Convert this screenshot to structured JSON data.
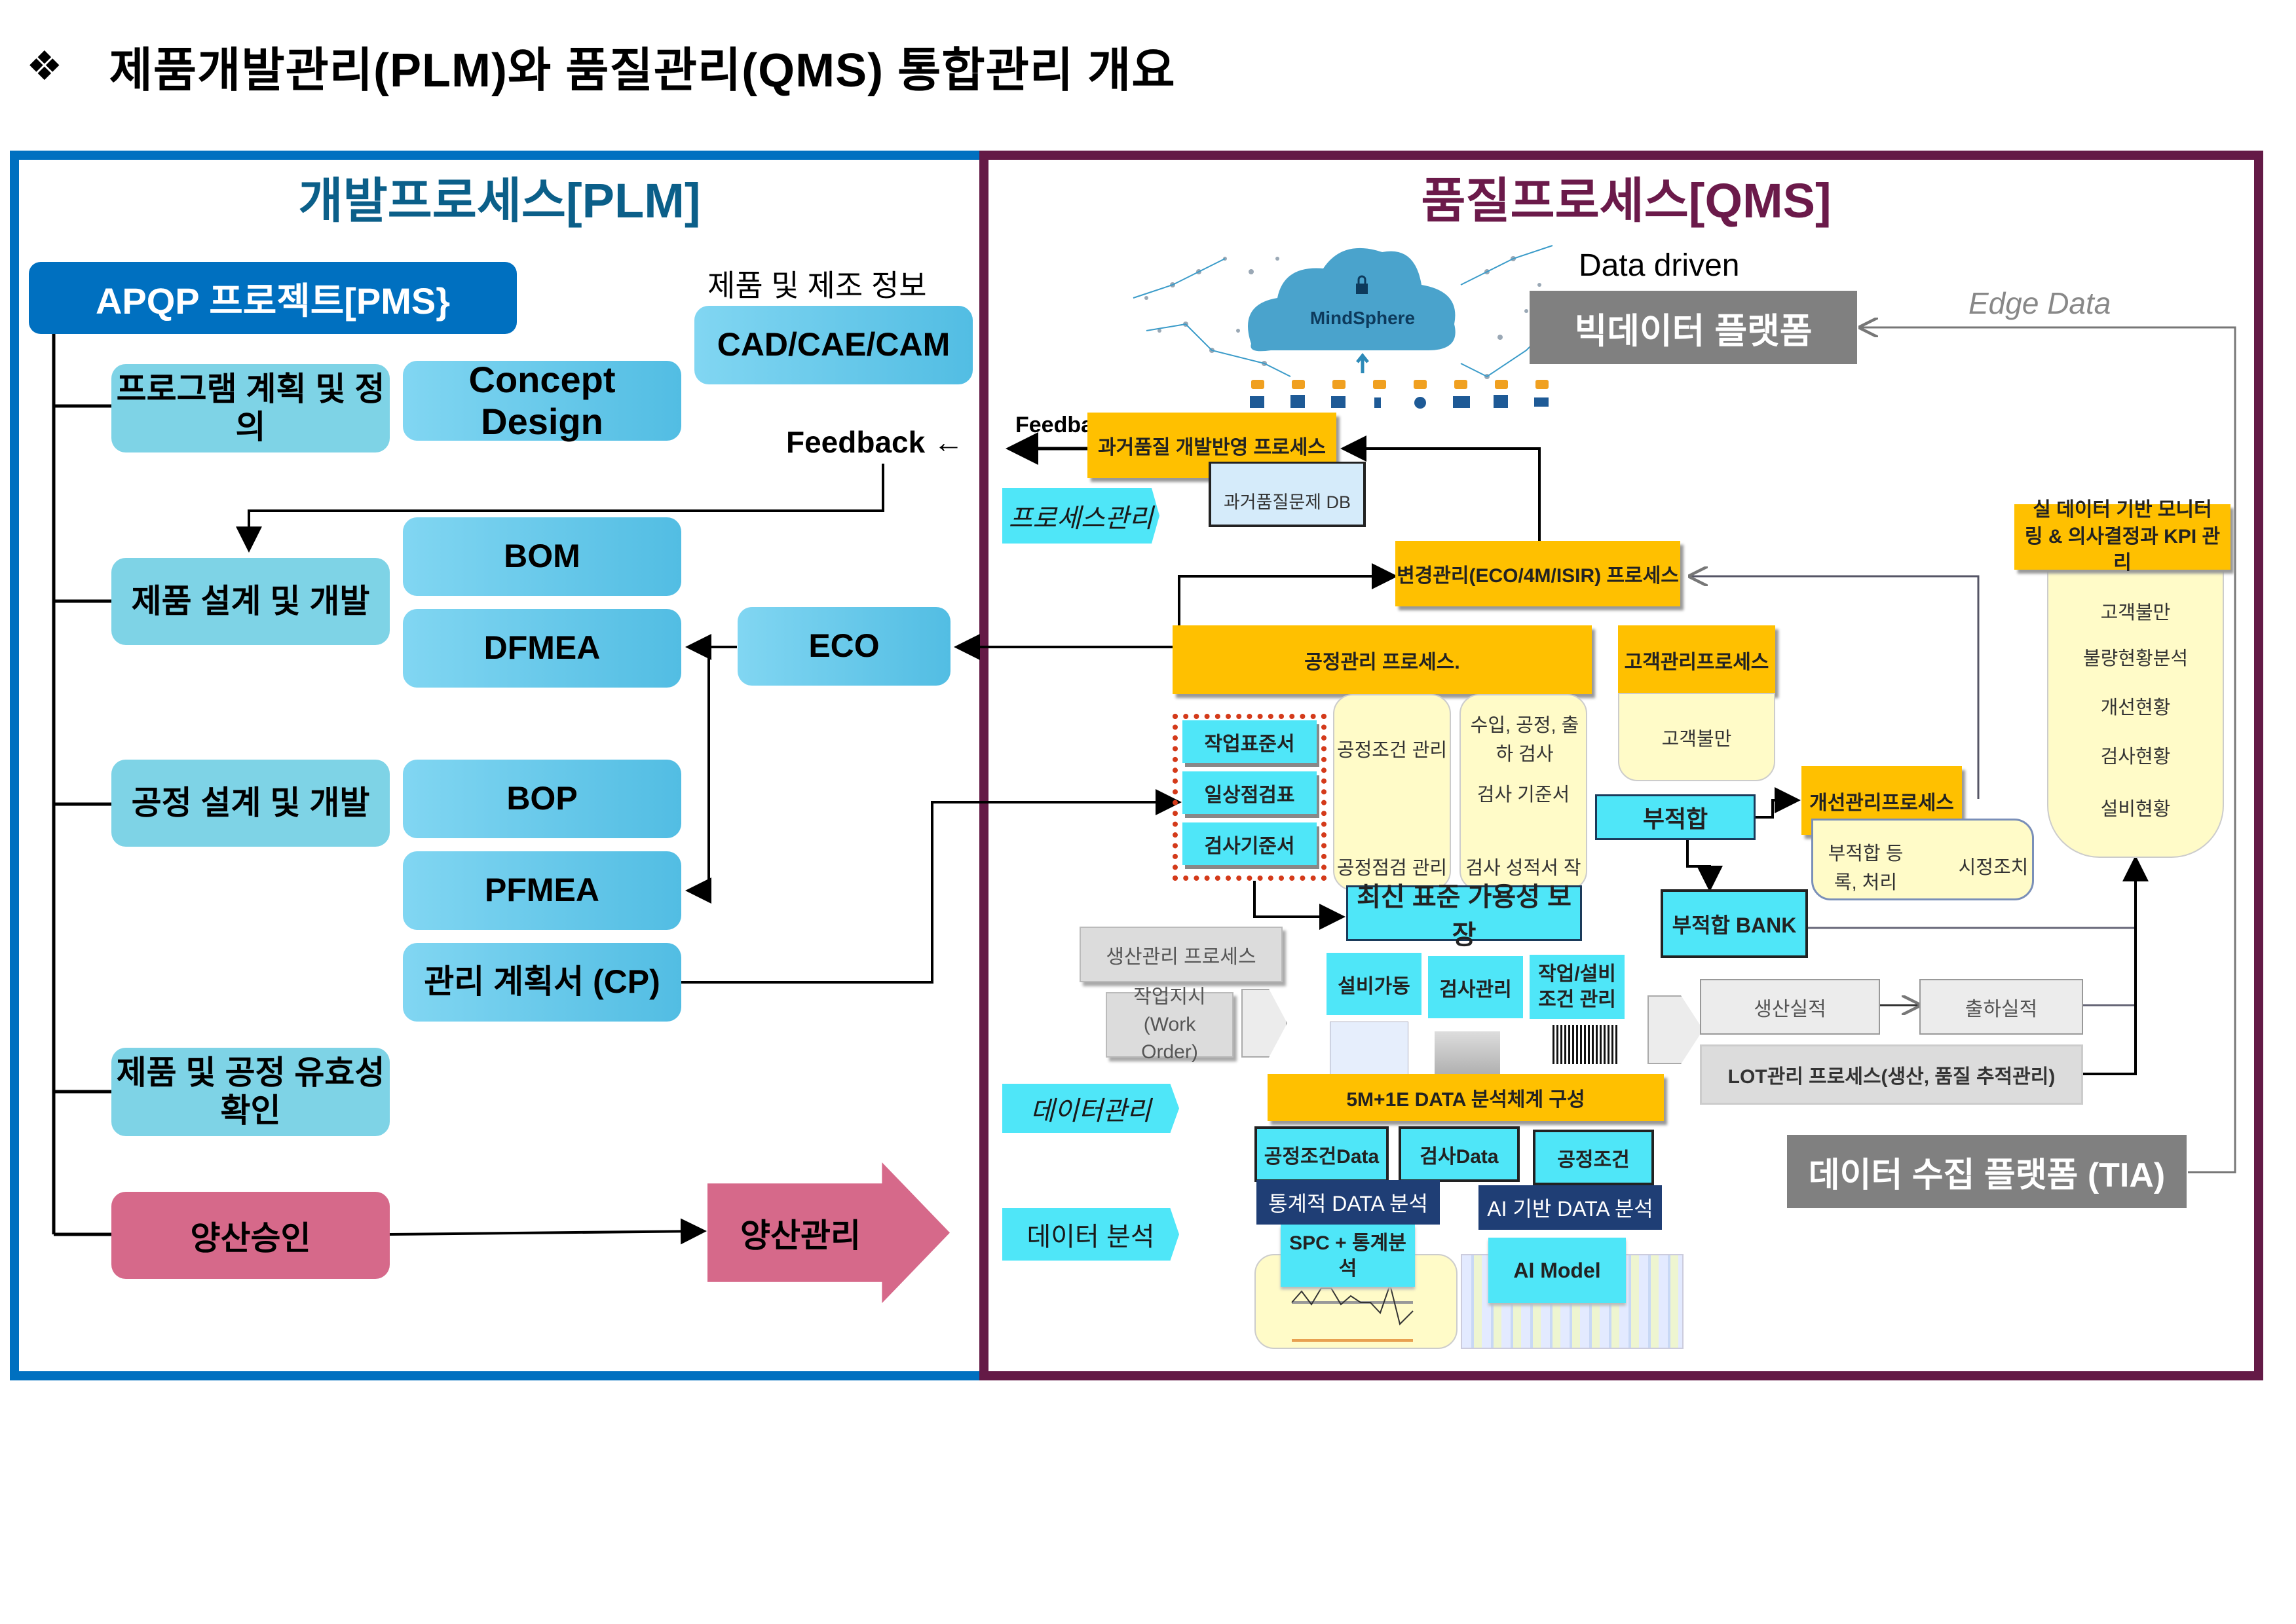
{
  "title": {
    "bullet_icon": "❖",
    "text": "제품개발관리(PLM)와 품질관리(QMS) 통합관리 개요"
  },
  "plm": {
    "title": "개발프로세스[PLM]",
    "apqp": "APQP 프로젝트[PMS}",
    "caption_info": "제품 및 제조 정보",
    "cad": "CAD/CAE/CAM",
    "feedback": "Feedback",
    "feedback_icon": "←",
    "stages": [
      {
        "label": "프로그램 계획 및 정의"
      },
      {
        "label": "제품 설계 및 개발"
      },
      {
        "label": "공정 설계 및 개발"
      },
      {
        "label": "제품 및 공정 유효성 확인"
      },
      {
        "label": "양산승인"
      }
    ],
    "concept_design": "Concept Design",
    "bom": "BOM",
    "dfmea": "DFMEA",
    "eco": "ECO",
    "bop": "BOP",
    "pfmea": "PFMEA",
    "cp": "관리 계획서 (CP)",
    "mass_production": "양산관리",
    "colors": {
      "border": "#0070c0",
      "title": "#0b5f89",
      "apqp": "#0070c0",
      "stage": "#7ed3e6",
      "item": "#52bde3",
      "approval": "#d6698a"
    }
  },
  "qms": {
    "title": "품질프로세스[QMS]",
    "mindsphere": "MindSphere",
    "data_driven": "Data driven",
    "bigdata": "빅데이터 플랫폼",
    "edge_data": "Edge Data",
    "feedback": "Feedback",
    "past_quality": "과거품질 개발반영 프로세스",
    "past_db": "과거품질문제 DB",
    "process_mgmt_tag": "프로세스관리",
    "change_mgmt": "변경관리(ECO/4M/ISIR) 프로세스",
    "process_mgmt": "공정관리 프로세스.",
    "customer_mgmt": "고객관리프로세스",
    "customer_complaint": "고객불만",
    "standards": [
      "작업표준서",
      "일상점검표",
      "검사기준서"
    ],
    "process_condition": {
      "top": "공정조건 관리",
      "bottom": "공정점검 관리"
    },
    "inspection": {
      "top": "수입, 공정, 출하 검사",
      "middle": "검사 기준서",
      "bottom": "검사 성적서 작성"
    },
    "latest_standard": "최신 표준 가용성 보장",
    "nonconformity": "부적합",
    "nonconformity_bank": "부적합 BANK",
    "improvement": "개선관리프로세스",
    "improvement_detail": {
      "left": "부적합 등록, 처리",
      "right": "시정조치"
    },
    "monitoring": {
      "title": "실 데이터 기반 모니터링 & 의사결정과 KPI 관리",
      "items": [
        "고객불만",
        "불량현황분석",
        "개선현황",
        "검사현황",
        "설비현황"
      ]
    },
    "production_mgmt": "생산관리 프로세스",
    "work_order": "작업지시 (Work Order)",
    "equipment_ops": "설비가동",
    "inspection_mgmt": "검사관리",
    "work_equipment": "작업/설비 조건 관리",
    "production_result": "생산실적",
    "shipping_result": "출하실적",
    "lot_mgmt": "LOT관리 프로세스(생산, 품질 추적관리)",
    "data_mgmt_tag": "데이터관리",
    "five_m": "5M+1E DATA 분석체계 구성",
    "data_items": [
      "공정조건Data",
      "검사Data",
      "공정조건"
    ],
    "data_analysis_tag": "데이터 분석",
    "stat_analysis": "통계적 DATA 분석",
    "ai_analysis": "AI 기반 DATA 분석",
    "spc": "SPC + 통계분석",
    "ai_model": "AI Model",
    "tia": "데이터 수집 플랫폼 (TIA)",
    "colors": {
      "border": "#641a46",
      "title": "#6b1a4a",
      "process": "#ffc000",
      "cyan": "#4fe6f8",
      "cream": "#fffbc8",
      "grey": "#808080",
      "navy": "#1f3e75"
    }
  }
}
